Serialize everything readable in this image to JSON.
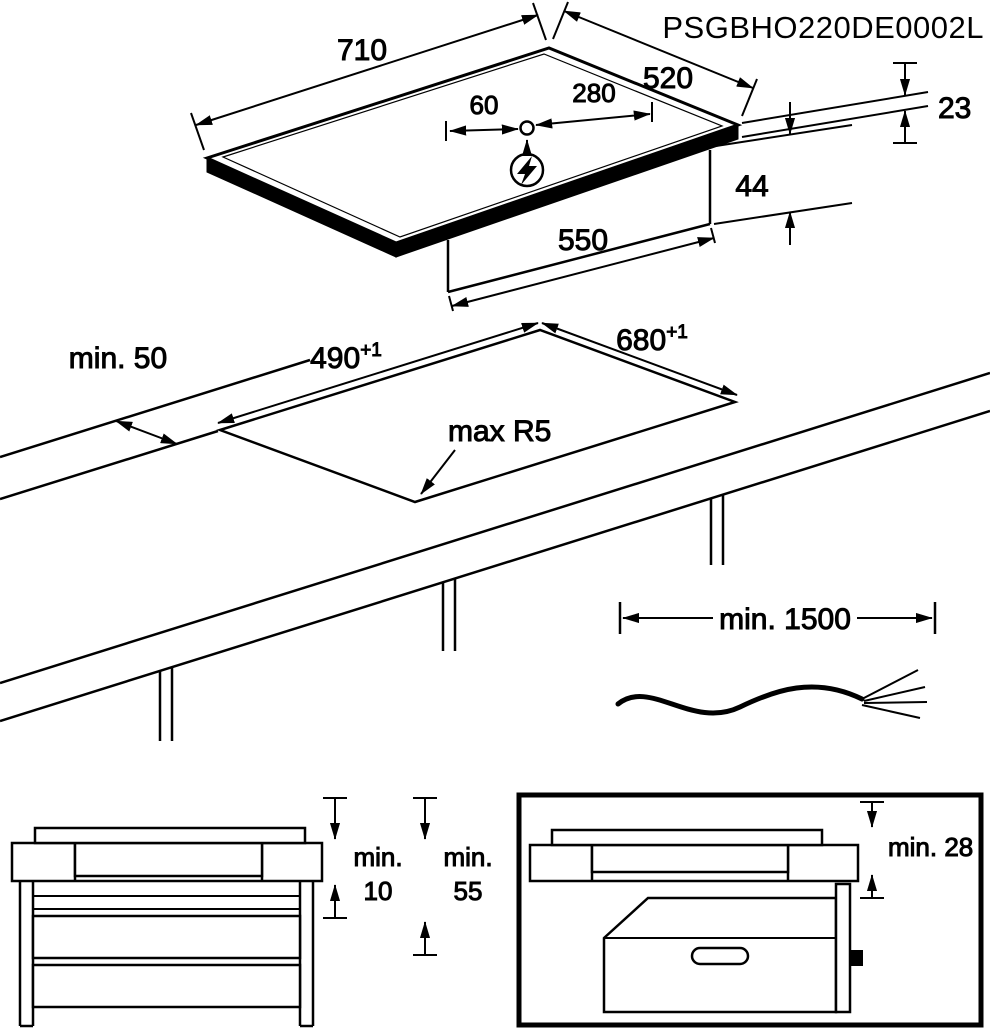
{
  "title": {
    "drawing_code": "PSGBHO220DE0002L"
  },
  "hob_view": {
    "width": "710",
    "depth": "520",
    "cable_offset_left": "60",
    "cable_offset_right": "280",
    "glass_thickness": "23",
    "box_height": "44",
    "box_width": "550"
  },
  "cutout_view": {
    "rear_clearance": "min. 50",
    "depth": "490",
    "depth_tolerance": "+1",
    "width": "680",
    "width_tolerance": "+1",
    "corner_radius": "max R5"
  },
  "cable_view": {
    "length": "min. 1500"
  },
  "drawer_view": {
    "gap_min_label": "min.",
    "gap_min_value": "10",
    "depth_min_label": "min.",
    "depth_min_value": "55"
  },
  "oven_view": {
    "clearance": "min. 28"
  }
}
